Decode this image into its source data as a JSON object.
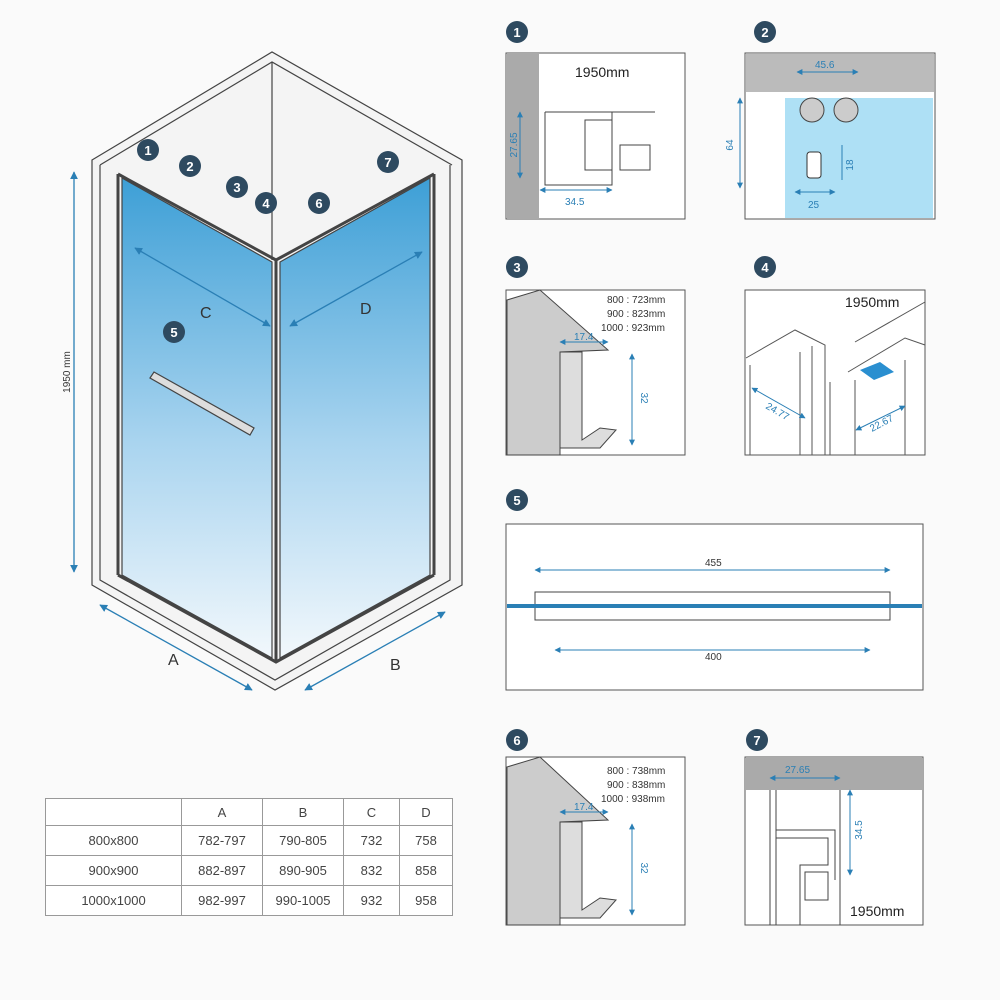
{
  "colors": {
    "accent": "#2a7fb5",
    "badge": "#2e4a60",
    "glass_top": "#3d9fd6",
    "panel_border": "#555555"
  },
  "overview": {
    "height_label": "1950 mm",
    "label_a": "A",
    "label_b": "B",
    "label_c": "C",
    "label_d": "D",
    "badges": [
      "1",
      "2",
      "3",
      "4",
      "5",
      "6",
      "7"
    ]
  },
  "details": [
    {
      "badge": "1",
      "height": "1950mm",
      "dim_v": "27.65",
      "dim_h": "34.5"
    },
    {
      "badge": "2",
      "dim_top": "45.6",
      "dim_left": "64",
      "dim_right": "18",
      "dim_bottom": "25"
    },
    {
      "badge": "3",
      "sizes": [
        "800 : 723mm",
        "900 : 823mm",
        "1000 : 923mm"
      ],
      "dim_w": "17.4",
      "dim_h": "32"
    },
    {
      "badge": "4",
      "height": "1950mm",
      "dim_left": "24.77",
      "dim_right": "22.67"
    },
    {
      "badge": "5",
      "dim_outer": "455",
      "dim_inner": "400"
    },
    {
      "badge": "6",
      "sizes": [
        "800 : 738mm",
        "900 : 838mm",
        "1000 : 938mm"
      ],
      "dim_w": "17.4",
      "dim_h": "32"
    },
    {
      "badge": "7",
      "height": "1950mm",
      "dim_w": "27.65",
      "dim_h": "34.5"
    }
  ],
  "table": {
    "headers": [
      "",
      "A",
      "B",
      "C",
      "D"
    ],
    "rows": [
      [
        "800x800",
        "782-797",
        "790-805",
        "732",
        "758"
      ],
      [
        "900x900",
        "882-897",
        "890-905",
        "832",
        "858"
      ],
      [
        "1000x1000",
        "982-997",
        "990-1005",
        "932",
        "958"
      ]
    ]
  }
}
